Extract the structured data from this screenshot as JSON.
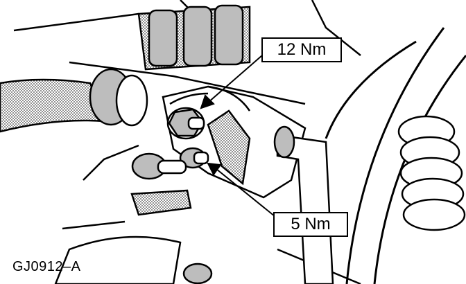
{
  "callouts": {
    "upper_torque": "12 Nm",
    "lower_torque": "5 Nm"
  },
  "figure_id": "GJ0912–A",
  "colors": {
    "ink": "#000000",
    "paper": "#ffffff",
    "shade": "#bdbdbd"
  }
}
